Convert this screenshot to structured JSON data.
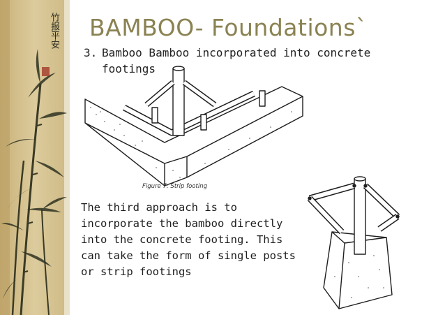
{
  "slide": {
    "title": "BAMBOO- Foundations`",
    "item_number": "3.",
    "item_text": "Bamboo Bamboo incorporated into concrete footings",
    "body_text": "The third approach is to incorporate the bamboo directly into the concrete footing. This can take the form of single posts or strip footings",
    "figure_caption": "Figure 7: Strip footing",
    "scroll_calligraphy": "竹报平安"
  },
  "colors": {
    "title": "#8a8252",
    "scroll_paper": "#d9c797",
    "ink": "#2b2b1e"
  }
}
